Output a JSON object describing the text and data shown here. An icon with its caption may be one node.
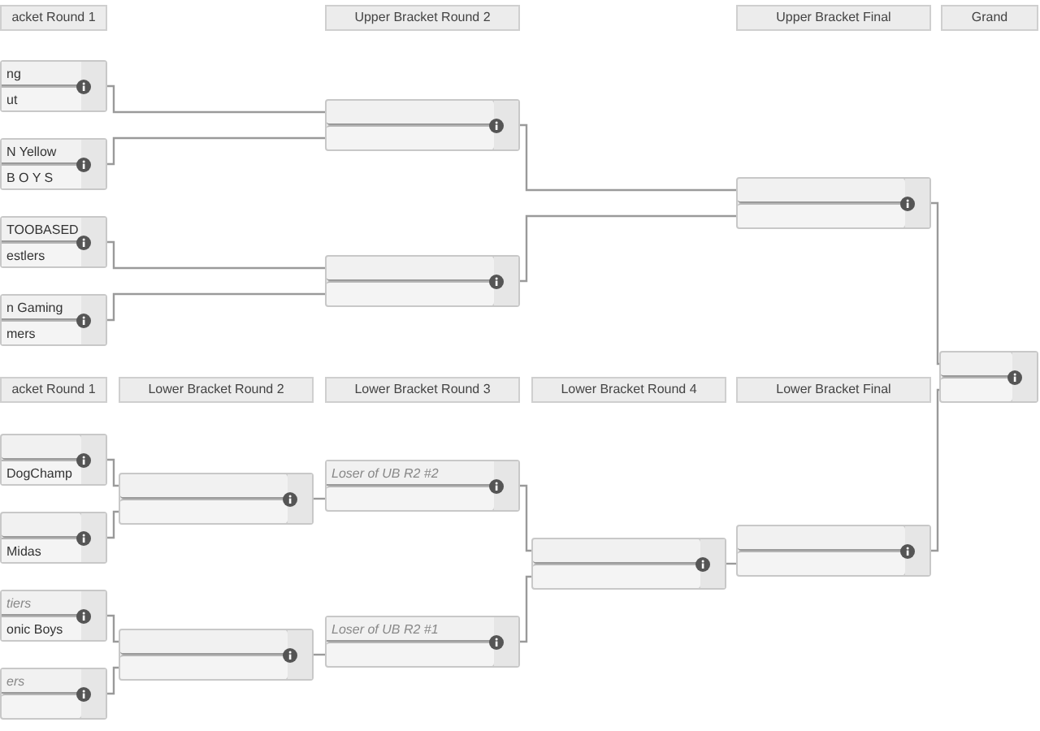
{
  "diagram": {
    "nodes": [
      {
        "text": [
          "acket Round 1"
        ]
      },
      {
        "text": [
          "Upper Bracket Round 2"
        ]
      },
      {
        "text": [
          "Upper Bracket Final"
        ]
      },
      {
        "text": [
          "Grand"
        ]
      },
      {
        "text": [],
        "shape": "box"
      },
      {
        "text": [
          "ng"
        ],
        "in": 4
      },
      {
        "text": [
          "ut"
        ],
        "in": 4
      },
      {
        "text": [],
        "shape": "box"
      },
      {
        "text": [
          "N Yellow"
        ],
        "in": 7
      },
      {
        "text": [
          "B O Y S"
        ],
        "in": 7
      },
      {
        "text": [],
        "shape": "box"
      },
      {
        "text": [
          "TOOBASED"
        ],
        "in": 10
      },
      {
        "text": [
          "estlers"
        ],
        "in": 10
      },
      {
        "text": [],
        "shape": "box"
      },
      {
        "text": [
          "n Gaming"
        ],
        "in": 13
      },
      {
        "text": [
          "mers"
        ],
        "in": 13
      },
      {
        "text": [],
        "shape": "box"
      },
      {
        "text": [],
        "shape": "box",
        "in": 16
      },
      {
        "text": [],
        "shape": "box",
        "in": 16
      },
      {
        "text": [],
        "shape": "box"
      },
      {
        "text": [],
        "shape": "box",
        "in": 19
      },
      {
        "text": [],
        "shape": "box",
        "in": 19
      },
      {
        "text": [],
        "shape": "box"
      },
      {
        "text": [],
        "shape": "box",
        "in": 22
      },
      {
        "text": [],
        "shape": "box",
        "in": 22
      },
      {
        "text": [],
        "shape": "box"
      },
      {
        "text": [],
        "shape": "box",
        "in": 25
      },
      {
        "text": [],
        "shape": "box",
        "in": 25
      },
      {
        "text": [
          "acket Round 1"
        ]
      },
      {
        "text": [
          "Lower Bracket Round 2"
        ]
      },
      {
        "text": [
          "Lower Bracket Round 3"
        ]
      },
      {
        "text": [
          "Lower Bracket Round 4"
        ]
      },
      {
        "text": [
          "Lower Bracket Final"
        ]
      },
      {
        "text": [],
        "shape": "box"
      },
      {
        "text": [],
        "shape": "box",
        "in": 33
      },
      {
        "text": [
          "DogChamp"
        ],
        "in": 33
      },
      {
        "text": [],
        "shape": "box"
      },
      {
        "text": [],
        "shape": "box",
        "in": 36
      },
      {
        "text": [
          "Midas"
        ],
        "in": 36
      },
      {
        "text": [],
        "shape": "box"
      },
      {
        "text": [
          "tiers"
        ],
        "in": 39
      },
      {
        "text": [
          "onic Boys"
        ],
        "in": 39
      },
      {
        "text": [],
        "shape": "box"
      },
      {
        "text": [
          "ers"
        ],
        "in": 42
      },
      {
        "text": [],
        "shape": "box",
        "in": 42
      },
      {
        "text": [],
        "shape": "box"
      },
      {
        "text": [],
        "shape": "box",
        "in": 45
      },
      {
        "text": [],
        "shape": "box",
        "in": 45
      },
      {
        "text": [],
        "shape": "box"
      },
      {
        "text": [],
        "shape": "box",
        "in": 48
      },
      {
        "text": [],
        "shape": "box",
        "in": 48
      },
      {
        "text": [],
        "shape": "box"
      },
      {
        "text": [
          "Loser of UB R2 #2"
        ],
        "in": 51
      },
      {
        "text": [],
        "shape": "box",
        "in": 51
      },
      {
        "text": [],
        "shape": "box"
      },
      {
        "text": [
          "Loser of UB R2 #1"
        ],
        "in": 54
      },
      {
        "text": [],
        "shape": "box",
        "in": 54
      },
      {
        "text": [],
        "shape": "box"
      },
      {
        "text": [],
        "shape": "box",
        "in": 57
      },
      {
        "text": [],
        "shape": "box",
        "in": 57
      },
      {
        "text": [],
        "shape": "box"
      },
      {
        "text": [],
        "shape": "box",
        "in": 60
      },
      {
        "text": [],
        "shape": "box",
        "in": 60
      }
    ],
    "edges": [
      {
        "from": 4,
        "to": 17,
        "arrow": "none"
      },
      {
        "from": 7,
        "to": 18,
        "arrow": "none"
      },
      {
        "from": 10,
        "to": 20,
        "arrow": "none"
      },
      {
        "from": 13,
        "to": 21,
        "arrow": "none"
      },
      {
        "from": 16,
        "to": 23,
        "arrow": "none"
      },
      {
        "from": 19,
        "to": 24,
        "arrow": "none"
      },
      {
        "from": 22,
        "to": 26,
        "arrow": "none"
      },
      {
        "from": 60,
        "to": 27,
        "arrow": "none"
      },
      {
        "from": 33,
        "to": 46,
        "arrow": "none"
      },
      {
        "from": 36,
        "to": 47,
        "arrow": "none"
      },
      {
        "from": 39,
        "to": 49,
        "arrow": "none"
      },
      {
        "from": 42,
        "to": 50,
        "arrow": "none"
      },
      {
        "from": 45,
        "to": 53,
        "arrow": "none"
      },
      {
        "from": 48,
        "to": 56,
        "arrow": "none"
      },
      {
        "from": 51,
        "to": 58,
        "arrow": "none"
      },
      {
        "from": 54,
        "to": 59,
        "arrow": "none"
      },
      {
        "from": 57,
        "to": 62,
        "arrow": "none"
      }
    ]
  }
}
